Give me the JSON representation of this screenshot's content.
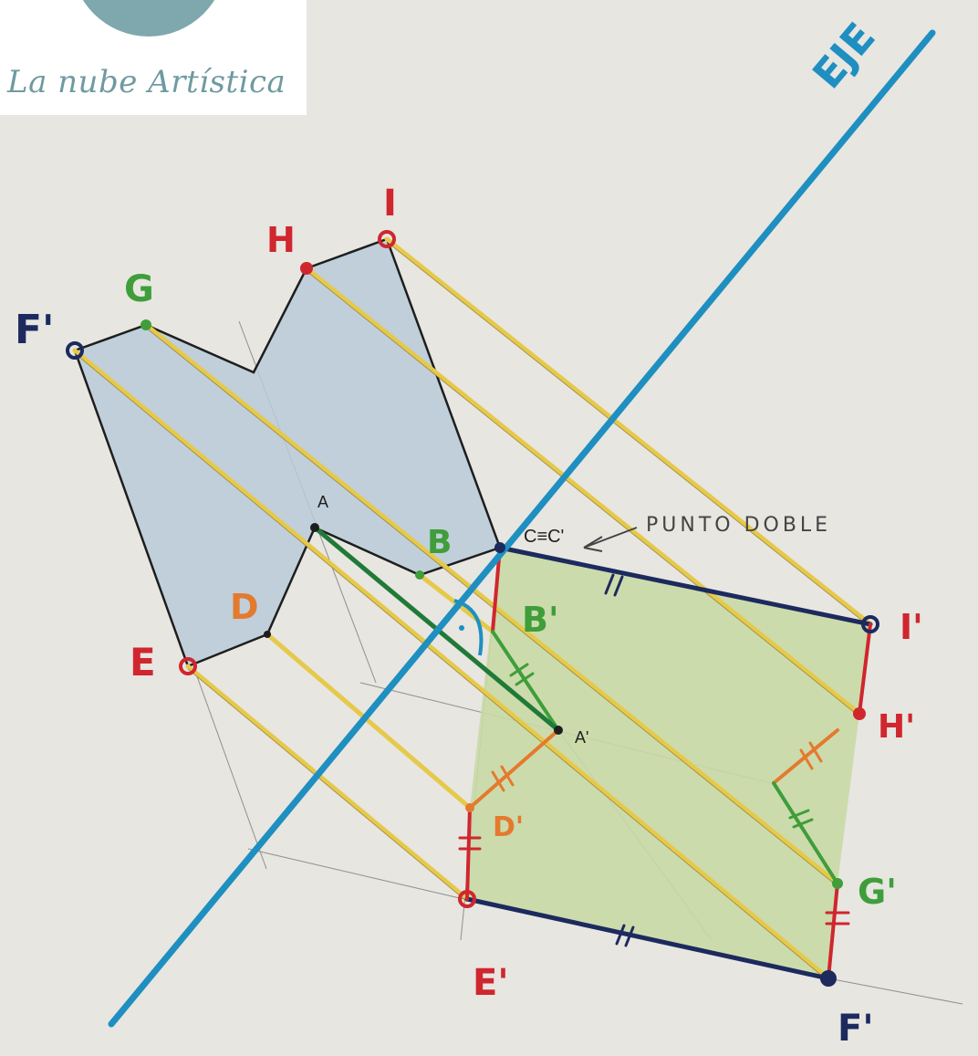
{
  "logo": {
    "name": "La nube Artística"
  },
  "axis_label": "EJE",
  "double_point_note": "PUNTO DOBLE",
  "colors": {
    "background": "#e7e6e1",
    "axis": "#1e8fc0",
    "projection": "#e6c94a",
    "original_fill": "#b9cad8",
    "homologous_fill": "#c9d9a6",
    "red": "#d0262e",
    "green": "#3f9e3a",
    "orange": "#e47a2e",
    "dark_blue": "#1c2a5e"
  },
  "labels": {
    "F1": "F'",
    "G": "G",
    "H": "H",
    "I": "I",
    "A": "A",
    "B": "B",
    "CC": "C≡C'",
    "D": "D",
    "E": "E",
    "B1": "B'",
    "I1": "I'",
    "H1": "H'",
    "A1": "A'",
    "D1": "D'",
    "G1": "G'",
    "E1": "E'",
    "F2": "F'"
  }
}
